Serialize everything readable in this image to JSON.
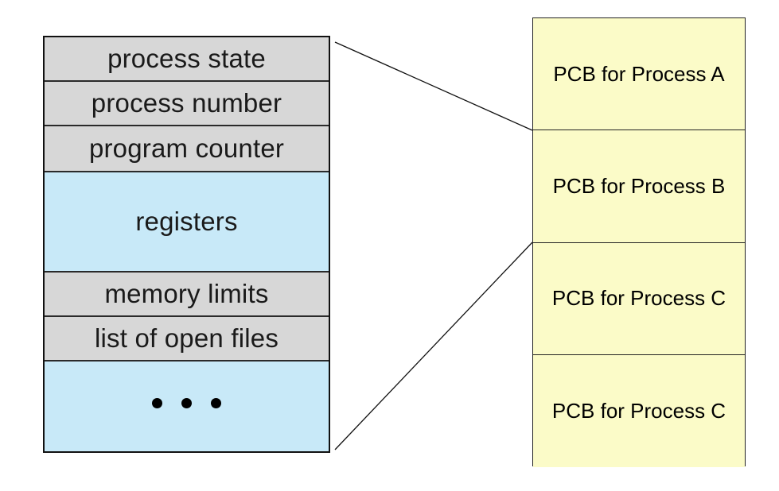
{
  "pcb_fields": [
    {
      "label": "process state",
      "color": "#d7d7d7"
    },
    {
      "label": "process number",
      "color": "#d7d7d7"
    },
    {
      "label": "program counter",
      "color": "#d7d7d7"
    },
    {
      "label": "registers",
      "color": "#c8e9f8"
    },
    {
      "label": "memory limits",
      "color": "#d7d7d7"
    },
    {
      "label": "list of open files",
      "color": "#d7d7d7"
    },
    {
      "label": "",
      "color": "#c8e9f8",
      "icon": "ellipsis-icon"
    }
  ],
  "pcb_list": {
    "color": "#fbfbc8",
    "items": [
      {
        "label": "PCB for Process A"
      },
      {
        "label": "PCB for Process B"
      },
      {
        "label": "PCB for Process C"
      },
      {
        "label": "PCB for Process C"
      }
    ]
  }
}
